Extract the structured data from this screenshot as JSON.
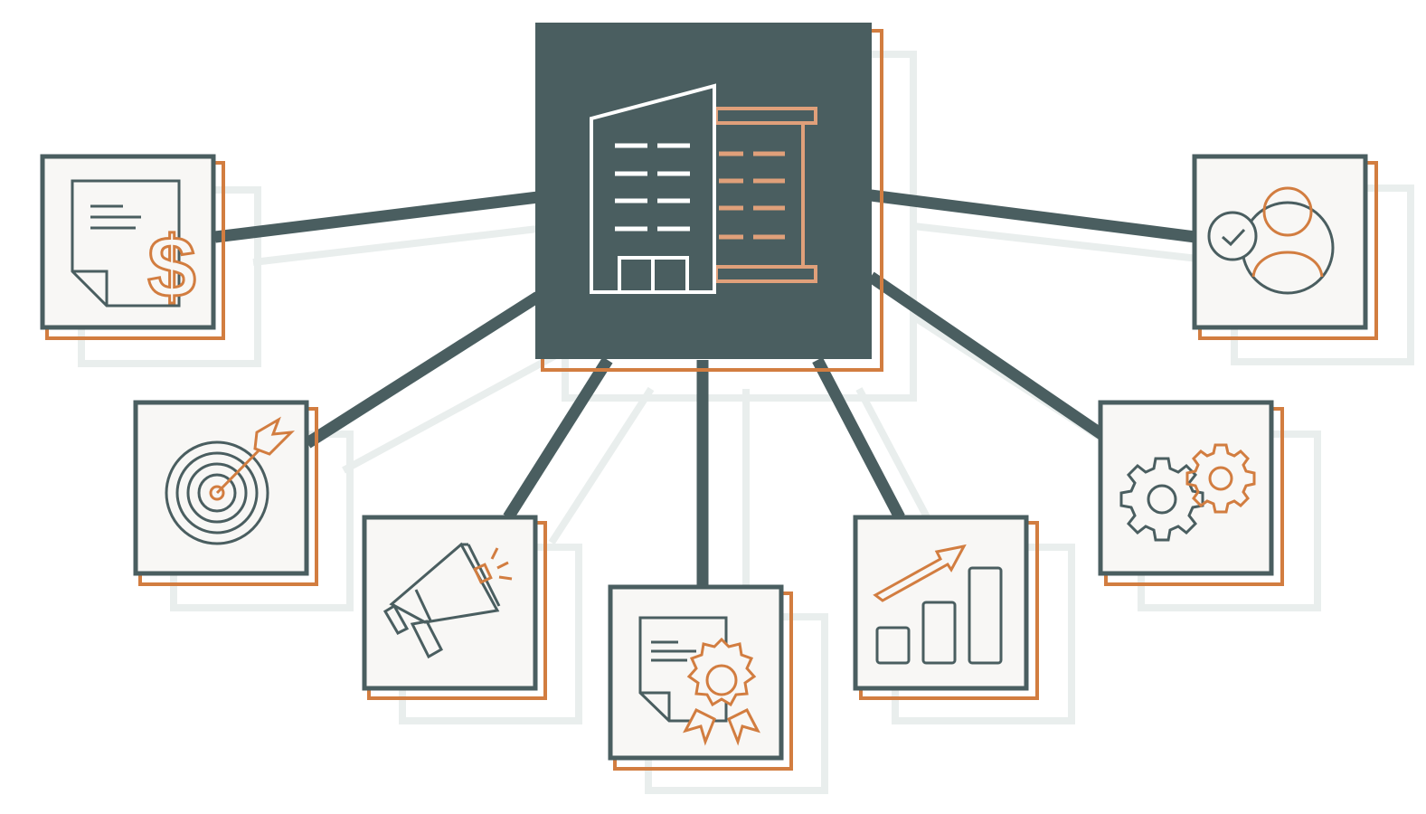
{
  "colors": {
    "slate": "#4a5e60",
    "orange": "#d27d40",
    "card_fill": "#f8f7f5",
    "shadow": "#e9eeed",
    "center_window": "#e0a07a",
    "white": "#ffffff"
  },
  "hub": {
    "icon": "office-building-icon"
  },
  "nodes": [
    {
      "id": "finance",
      "icon": "invoice-dollar-icon"
    },
    {
      "id": "goals",
      "icon": "target-arrow-icon"
    },
    {
      "id": "marketing",
      "icon": "megaphone-icon"
    },
    {
      "id": "certification",
      "icon": "certificate-badge-icon"
    },
    {
      "id": "growth",
      "icon": "growth-chart-icon"
    },
    {
      "id": "operations",
      "icon": "gears-icon"
    },
    {
      "id": "approved-user",
      "icon": "user-check-icon"
    }
  ]
}
